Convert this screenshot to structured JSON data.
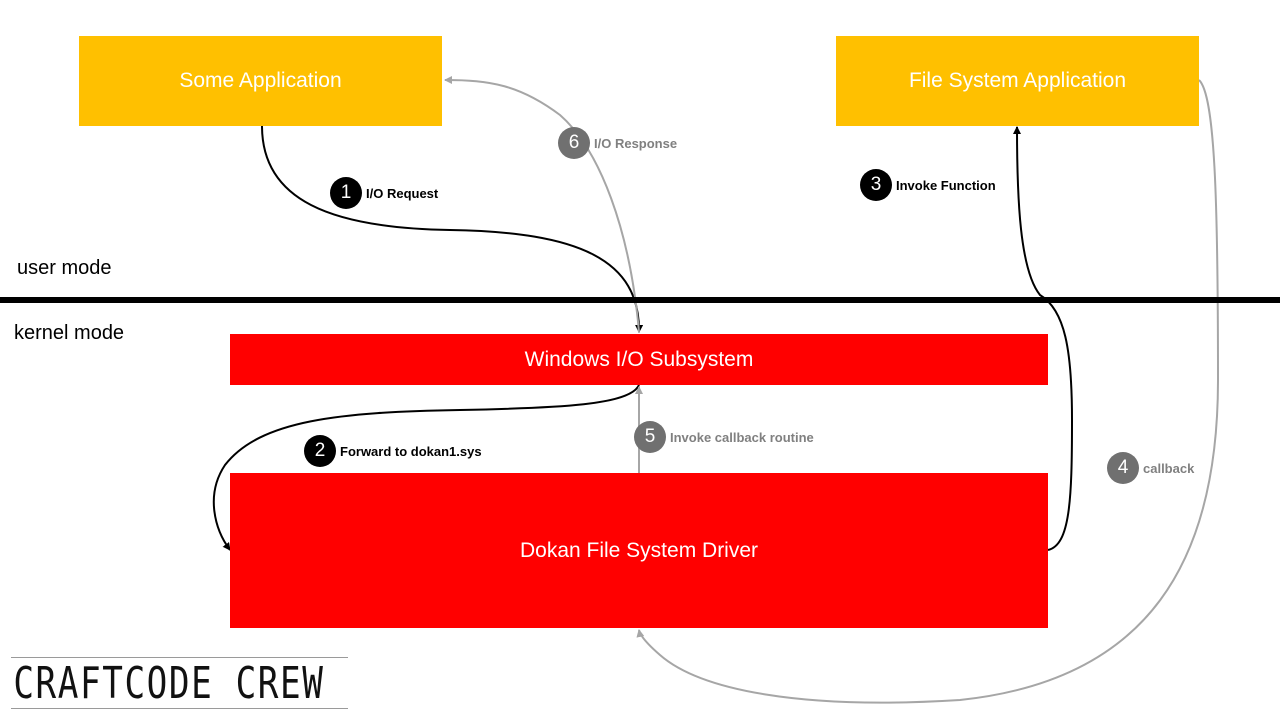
{
  "boxes": {
    "some_application": "Some Application",
    "file_system_application": "File System Application",
    "windows_io_subsystem": "Windows I/O Subsystem",
    "dokan_driver": "Dokan File System Driver"
  },
  "modes": {
    "user": "user mode",
    "kernel": "kernel mode"
  },
  "steps": [
    {
      "number": "1",
      "label": "I/O Request"
    },
    {
      "number": "2",
      "label": "Forward to dokan1.sys"
    },
    {
      "number": "3",
      "label": "Invoke Function"
    },
    {
      "number": "4",
      "label": "callback"
    },
    {
      "number": "5",
      "label": "Invoke callback routine"
    },
    {
      "number": "6",
      "label": "I/O Response"
    }
  ],
  "logo": {
    "text": "CRAFTCODE CREW"
  },
  "colors": {
    "application_box": "#ffc000",
    "kernel_box": "#ff0000",
    "active_step": "#000000",
    "return_step": "#707070"
  }
}
